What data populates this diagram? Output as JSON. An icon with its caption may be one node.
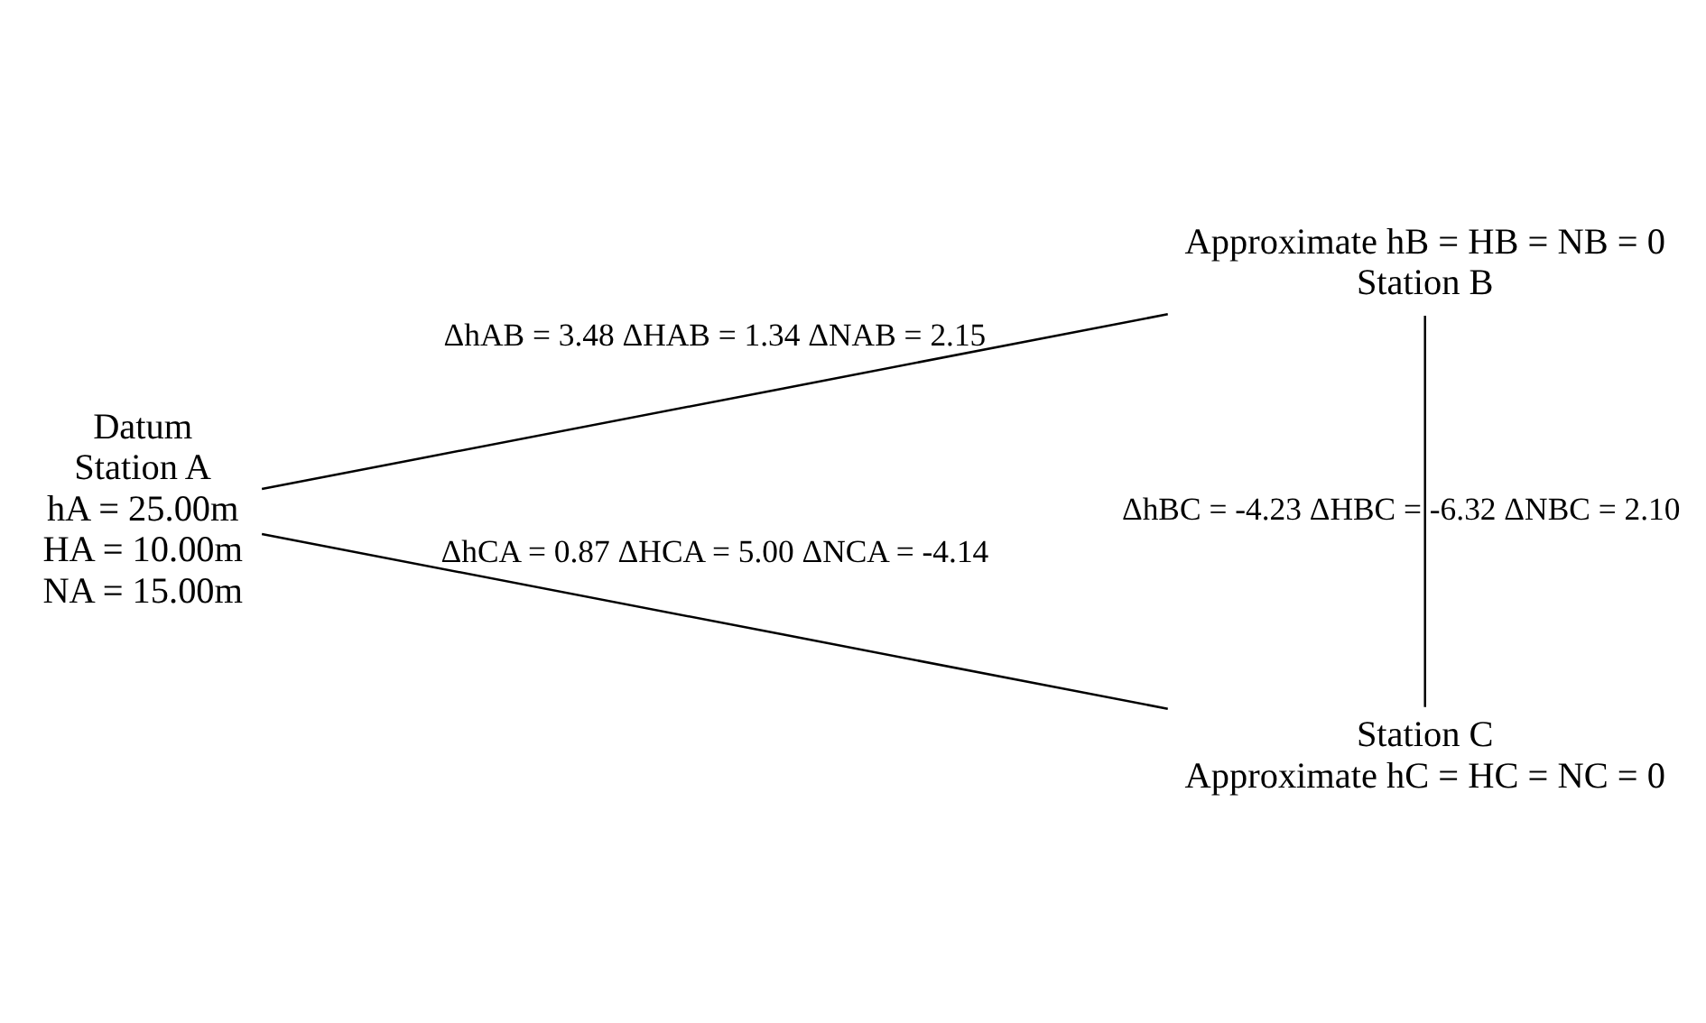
{
  "diagram": {
    "nodes": [
      {
        "text": [
          "Datum",
          "Station A"
        ],
        "beside": [
          "hA = 25.00m",
          "HA = 10.00m",
          "NA = 15.00m"
        ]
      },
      {
        "text": [
          "Station B"
        ],
        "beside": [
          "Approximate hB = HB = NB = 0"
        ]
      },
      {
        "text": [
          "Station C"
        ],
        "beside": [
          "Approximate hC = HC = NC = 0"
        ]
      }
    ],
    "edges": [
      {
        "from": 0,
        "to": 1,
        "arrow": "none",
        "label": "ΔhAB = 3.48 ΔHAB = 1.34 ΔNAB = 2.15"
      },
      {
        "from": 1,
        "to": 2,
        "arrow": "none",
        "label": "ΔhBC = -4.23 ΔHBC = -6.32 ΔNBC = 2.10"
      },
      {
        "from": 2,
        "to": 0,
        "arrow": "none",
        "label": "ΔhCA = 0.87 ΔHCA = 5.00 ΔNCA = -4.14"
      }
    ]
  }
}
